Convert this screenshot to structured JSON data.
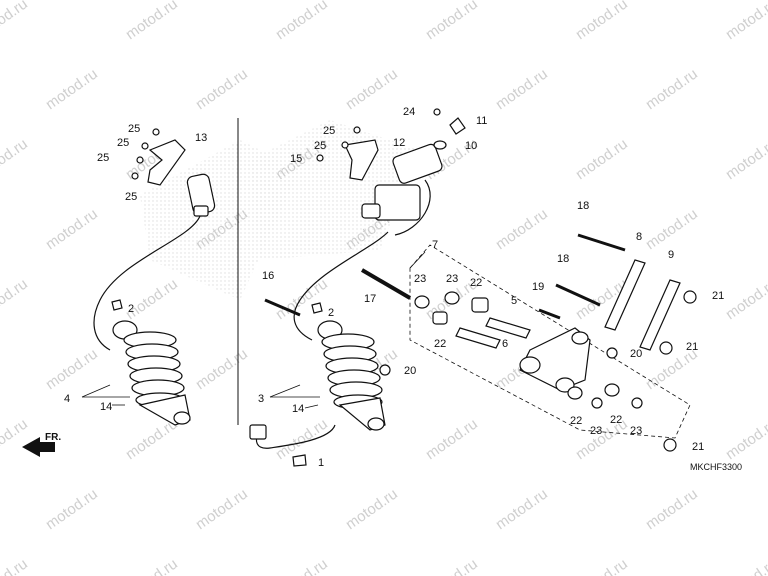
{
  "watermark": "motod.ru",
  "diagram_code": "MKCHF3300",
  "front_label": "FR.",
  "labels": [
    "1",
    "2",
    "2",
    "3",
    "4",
    "5",
    "6",
    "7",
    "8",
    "9",
    "10",
    "11",
    "12",
    "13",
    "14",
    "14",
    "15",
    "16",
    "17",
    "18",
    "18",
    "19",
    "20",
    "20",
    "21",
    "21",
    "21",
    "22",
    "22",
    "22",
    "22",
    "23",
    "23",
    "23",
    "23",
    "24",
    "25",
    "25",
    "25",
    "25",
    "25",
    "25"
  ]
}
